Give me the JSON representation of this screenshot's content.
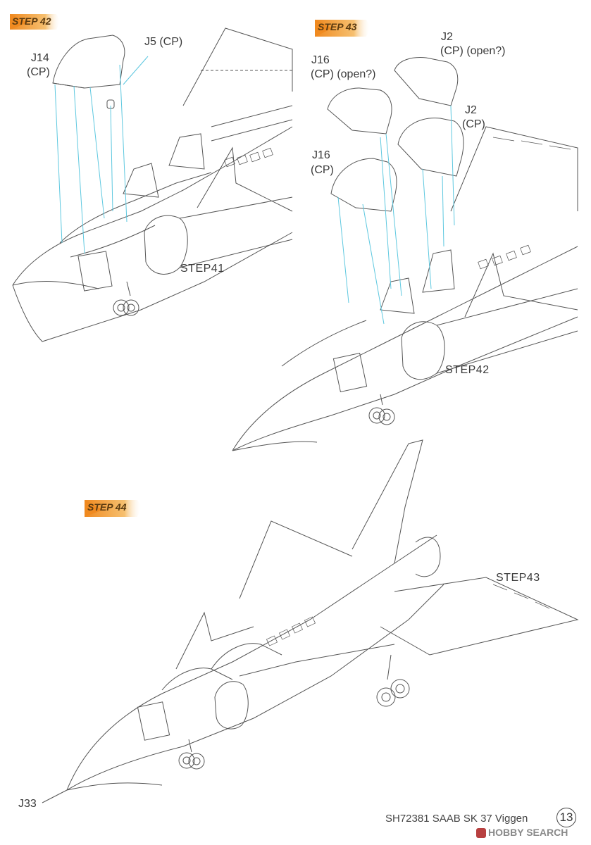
{
  "steps": {
    "step42": {
      "badge": "STEP 42",
      "callouts": {
        "j14": "J14",
        "j14_note": "(CP)",
        "j5": "J5 (CP)"
      },
      "ref": "STEP41"
    },
    "step43": {
      "badge": "STEP 43",
      "callouts": {
        "j2_open": "J2",
        "j2_open_note": "(CP) (open?)",
        "j16_open": "J16",
        "j16_open_note": "(CP) (open?)",
        "j2": "J2",
        "j2_note": "(CP)",
        "j16": "J16",
        "j16_note": "(CP)"
      },
      "ref": "STEP42"
    },
    "step44": {
      "badge": "STEP 44",
      "callouts": {
        "j33": "J33"
      },
      "ref": "STEP43"
    }
  },
  "footer": {
    "title": "SH72381 SAAB SK 37 Viggen",
    "page": "13"
  },
  "watermark": {
    "text": "HOBBY SEARCH"
  },
  "colors": {
    "badge": "#f0a030",
    "leader": "#5ec8e0",
    "line": "#555555"
  }
}
